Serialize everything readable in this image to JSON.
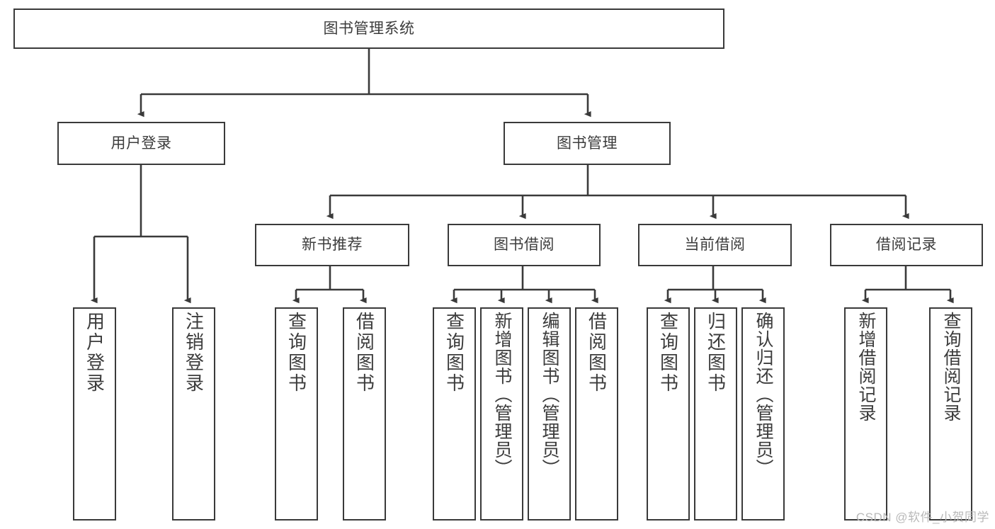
{
  "diagram": {
    "title": "图书管理系统",
    "type": "tree-hierarchy-diagram",
    "colors": {
      "stroke": "#3a3a3a",
      "text": "#3c3c3c",
      "background": "#ffffff",
      "watermark": "#b9b9b9"
    },
    "root": {
      "id": "root",
      "label": "图书管理系统"
    },
    "level2": [
      {
        "id": "user-login",
        "label": "用户登录"
      },
      {
        "id": "book-manage",
        "label": "图书管理"
      }
    ],
    "level3": [
      {
        "id": "new-book-recommend",
        "label": "新书推荐"
      },
      {
        "id": "book-borrow",
        "label": "图书借阅"
      },
      {
        "id": "current-borrow",
        "label": "当前借阅"
      },
      {
        "id": "borrow-record",
        "label": "借阅记录"
      }
    ],
    "leaves": [
      {
        "id": "leaf-user-login",
        "label": "用户登录",
        "parent": "user-login"
      },
      {
        "id": "leaf-logout-login",
        "label": "注销登录",
        "parent": "user-login"
      },
      {
        "id": "leaf-query-book-1",
        "label": "查询图书",
        "parent": "new-book-recommend"
      },
      {
        "id": "leaf-borrow-book-1",
        "label": "借阅图书",
        "parent": "new-book-recommend"
      },
      {
        "id": "leaf-query-book-2",
        "label": "查询图书",
        "parent": "book-borrow"
      },
      {
        "id": "leaf-add-book-admin",
        "label": "新增图书（管理员）",
        "parent": "book-borrow"
      },
      {
        "id": "leaf-edit-book-admin",
        "label": "编辑图书（管理员）",
        "parent": "book-borrow"
      },
      {
        "id": "leaf-borrow-book-2",
        "label": "借阅图书",
        "parent": "book-borrow"
      },
      {
        "id": "leaf-query-book-3",
        "label": "查询图书",
        "parent": "current-borrow"
      },
      {
        "id": "leaf-return-book",
        "label": "归还图书",
        "parent": "current-borrow"
      },
      {
        "id": "leaf-confirm-return",
        "label": "确认归还（管理员）",
        "parent": "current-borrow"
      },
      {
        "id": "leaf-add-record",
        "label": "新增借阅记录",
        "parent": "borrow-record"
      },
      {
        "id": "leaf-query-record",
        "label": "查询借阅记录",
        "parent": "borrow-record"
      }
    ],
    "watermark": "CSDN @软件_小贺同学"
  }
}
